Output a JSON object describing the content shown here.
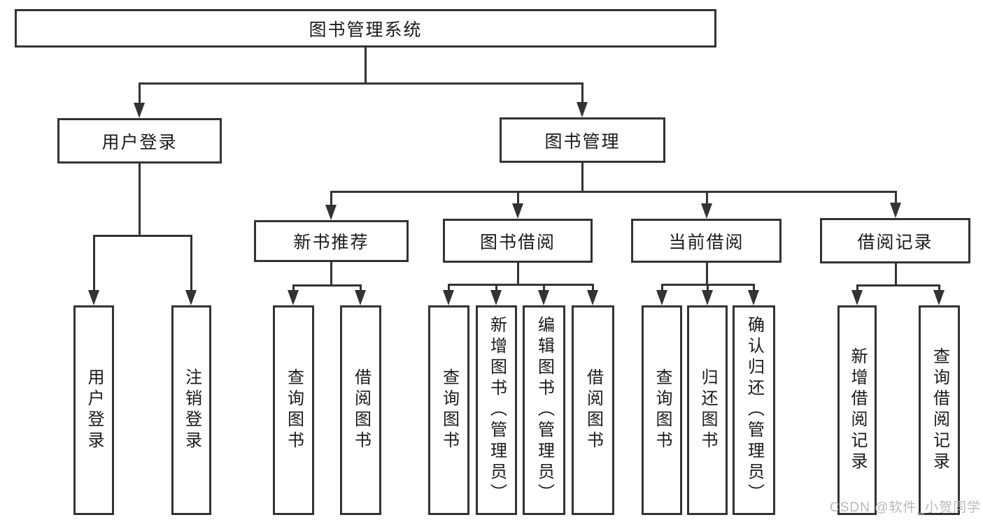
{
  "diagram": {
    "root": "图书管理系统",
    "branches": [
      {
        "label": "用户登录",
        "leaves": [
          "用户登录",
          "注销登录"
        ]
      },
      {
        "label": "图书管理",
        "groups": [
          {
            "label": "新书推荐",
            "leaves": [
              "查询图书",
              "借阅图书"
            ]
          },
          {
            "label": "图书借阅",
            "leaves": [
              "查询图书",
              "新增图书（管理员）",
              "编辑图书（管理员）",
              "借阅图书"
            ]
          },
          {
            "label": "当前借阅",
            "leaves": [
              "查询图书",
              "归还图书",
              "确认归还（管理员）"
            ]
          },
          {
            "label": "借阅记录",
            "leaves": [
              "新增借阅记录",
              "查询借阅记录"
            ]
          }
        ]
      }
    ]
  },
  "watermark": "CSDN @软件_小贺同学",
  "colors": {
    "line": "#333333",
    "text": "#1a1a1a",
    "watermark": "#b8b8b8",
    "bg": "#ffffff"
  }
}
